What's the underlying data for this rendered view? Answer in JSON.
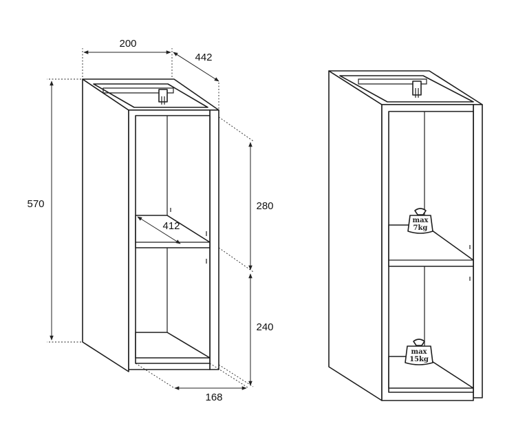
{
  "diagram": {
    "dimensions": {
      "width": "200",
      "depth": "442",
      "height": "570",
      "upper_compartment": "280",
      "shelf_depth": "412",
      "lower_compartment": "240",
      "inner_width": "168"
    },
    "load_labels": {
      "shelf": {
        "line1": "max",
        "line2": "7kg"
      },
      "bottom": {
        "line1": "max",
        "line2": "15kg"
      }
    }
  }
}
